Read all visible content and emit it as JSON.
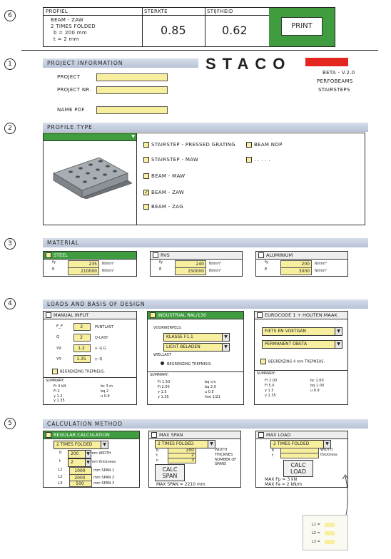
{
  "colors": {
    "accent": "#3f9d3f",
    "input_yellow": "#f8ef9e",
    "section_bar": "#c6cfe0",
    "logo_red": "#e32620"
  },
  "top": {
    "step": "6",
    "col1_header": "PROFIEL",
    "col1_lines": [
      "BEAM - ZAW",
      "2 TIMES FOLDED",
      "b = 200 mm",
      "t = 2   mm"
    ],
    "col2_header": "STERKTE",
    "col2_value": "0.85",
    "col3_header": "STIJFHEID",
    "col3_value": "0.62",
    "print_label": "PRINT"
  },
  "project": {
    "step": "1",
    "title": "PROJECT INFORMATION",
    "fields": [
      {
        "label": "PROJECT",
        "value": ""
      },
      {
        "label": "PROJECT NR.",
        "value": ""
      },
      {
        "label": "NAME PDF",
        "value": ""
      }
    ],
    "logo": "STACO",
    "version_lines": [
      "BETA - V.2.0",
      "PERFOBEAMS",
      "STAIRSTEPS"
    ]
  },
  "profile": {
    "step": "2",
    "title": "PROFILE TYPE",
    "col1": [
      {
        "label": "STAIRSTEP - PRESSED GRATING",
        "checked": false
      },
      {
        "label": "STAIRSTEP - MAW",
        "checked": false
      },
      {
        "label": "BEAM - MAW",
        "checked": false
      },
      {
        "label": "BEAM - ZAW",
        "checked": true
      },
      {
        "label": "BEAM - ZAG",
        "checked": false
      }
    ],
    "col2": [
      {
        "label": "BEAM NOP",
        "checked": false
      },
      {
        "label": ". . . . .",
        "checked": false
      }
    ]
  },
  "material": {
    "step": "3",
    "title": "MATERIAL",
    "panels": [
      {
        "name": "STEEL",
        "active": true,
        "fy": "235",
        "E": "210000",
        "unit1": "N/mm²",
        "unit2": "N/mm²"
      },
      {
        "name": "RVS",
        "active": false,
        "fy": "240",
        "E": "150000",
        "unit1": "N/mm²",
        "unit2": "N/mm²"
      },
      {
        "name": "ALUMINIUM",
        "active": false,
        "fy": "200",
        "E": "3000",
        "unit1": "N/mm²",
        "unit2": "N/mm²"
      }
    ]
  },
  "loads": {
    "step": "4",
    "title": "LOADS AND BASIS OF DESIGN",
    "manual": {
      "header": "MANUAL INPUT",
      "rows": [
        {
          "sym": "F_F",
          "val": "3",
          "note": "PUNTLAST"
        },
        {
          "sym": "Q",
          "val": "2",
          "note": "Q-LAST"
        },
        {
          "sym": "γg",
          "val": "1.2",
          "note": "γ- G.G"
        },
        {
          "sym": "γq",
          "val": "1.35",
          "note": "γ- Q"
        }
      ],
      "check": "BEGRENZING TREPNEUS.",
      "summary_label": "SUMMARY:",
      "summary": [
        [
          "Fr 3 kN",
          "bc 3 m"
        ],
        [
          "Fi 2",
          "bq 2"
        ],
        [
          "γ 1.2",
          "u 0.9"
        ],
        [
          "γ 1.35",
          ""
        ]
      ]
    },
    "industrial": {
      "header": "INDUSTRIAL RAL/130",
      "sub1": "VOORWERPELS:",
      "dd1": "KLASSE F1.1",
      "dd2": "LICHT BELADEN",
      "sub2": "WIELLAST",
      "check": "BEGRENZING TREPNEUS.",
      "summary_label": "SUMMARY:",
      "summary": [
        [
          "Fr 1.50",
          "bq crv"
        ],
        [
          "Fi 2.00",
          "bq 2.0"
        ],
        [
          "γ 1.5",
          "u 0.5"
        ],
        [
          "γ 1.35",
          "line 1/21"
        ]
      ]
    },
    "eurocode": {
      "header": "EUROCODE 1 + HOUTEN MAAK",
      "dd1": "FIETS EN VOETGAN",
      "dd2": "PERMANENT OBSTA",
      "check": "BEGRENZING 4 mm TREPNEUS.",
      "summary_label": "SUMMARY:",
      "summary": [
        [
          "Fr 2.00",
          "bc 1.00"
        ],
        [
          "Fi 5.0",
          "bq 1.00"
        ],
        [
          "γ 1.5",
          "u 0.9"
        ],
        [
          "γ 1.35",
          ""
        ]
      ]
    }
  },
  "calc": {
    "step": "5",
    "title": "CALCULATION METHOD",
    "regular": {
      "header": "REGULAR CALCULATION",
      "dd": "2 TIMES FOLDED",
      "b": "200",
      "b_unit": "mm WIDTH",
      "t": "2",
      "t_unit": "mm thickness",
      "spans": [
        {
          "sym": "L1",
          "val": "1000",
          "unit": "mm SPAN 1"
        },
        {
          "sym": "L2",
          "val": "2000",
          "unit": "mm SPAN 2"
        },
        {
          "sym": "L3",
          "val": "500",
          "unit": "mm SPAN 3"
        }
      ]
    },
    "maxspan": {
      "header": "MAX SPAN",
      "dd": "2 TIMES FOLDED",
      "rows": [
        {
          "sym": "b",
          "val": "200",
          "note": "WIDTH"
        },
        {
          "sym": "t",
          "val": "2",
          "note": "THICKNES"
        },
        {
          "sym": "n",
          "val": "3",
          "note": "NUMBER OF SPANS"
        }
      ],
      "btn": "CALC SPAN",
      "result": "MAX SPAN = 2210 mm"
    },
    "maxload": {
      "header": "MAX LOAD",
      "dd": "2 TIMES FOLDED",
      "rows": [
        {
          "sym": "b",
          "val": "",
          "note": "WIDTH"
        },
        {
          "sym": "t",
          "val": "",
          "note": "thickness"
        }
      ],
      "btn": "CALC LOAD",
      "res1": "MAX  Fp = 3    kN",
      "res2": "MAX  Fa = 2    kN/m"
    },
    "popup": [
      "L1 =",
      "L2 =",
      "L3 ="
    ]
  }
}
